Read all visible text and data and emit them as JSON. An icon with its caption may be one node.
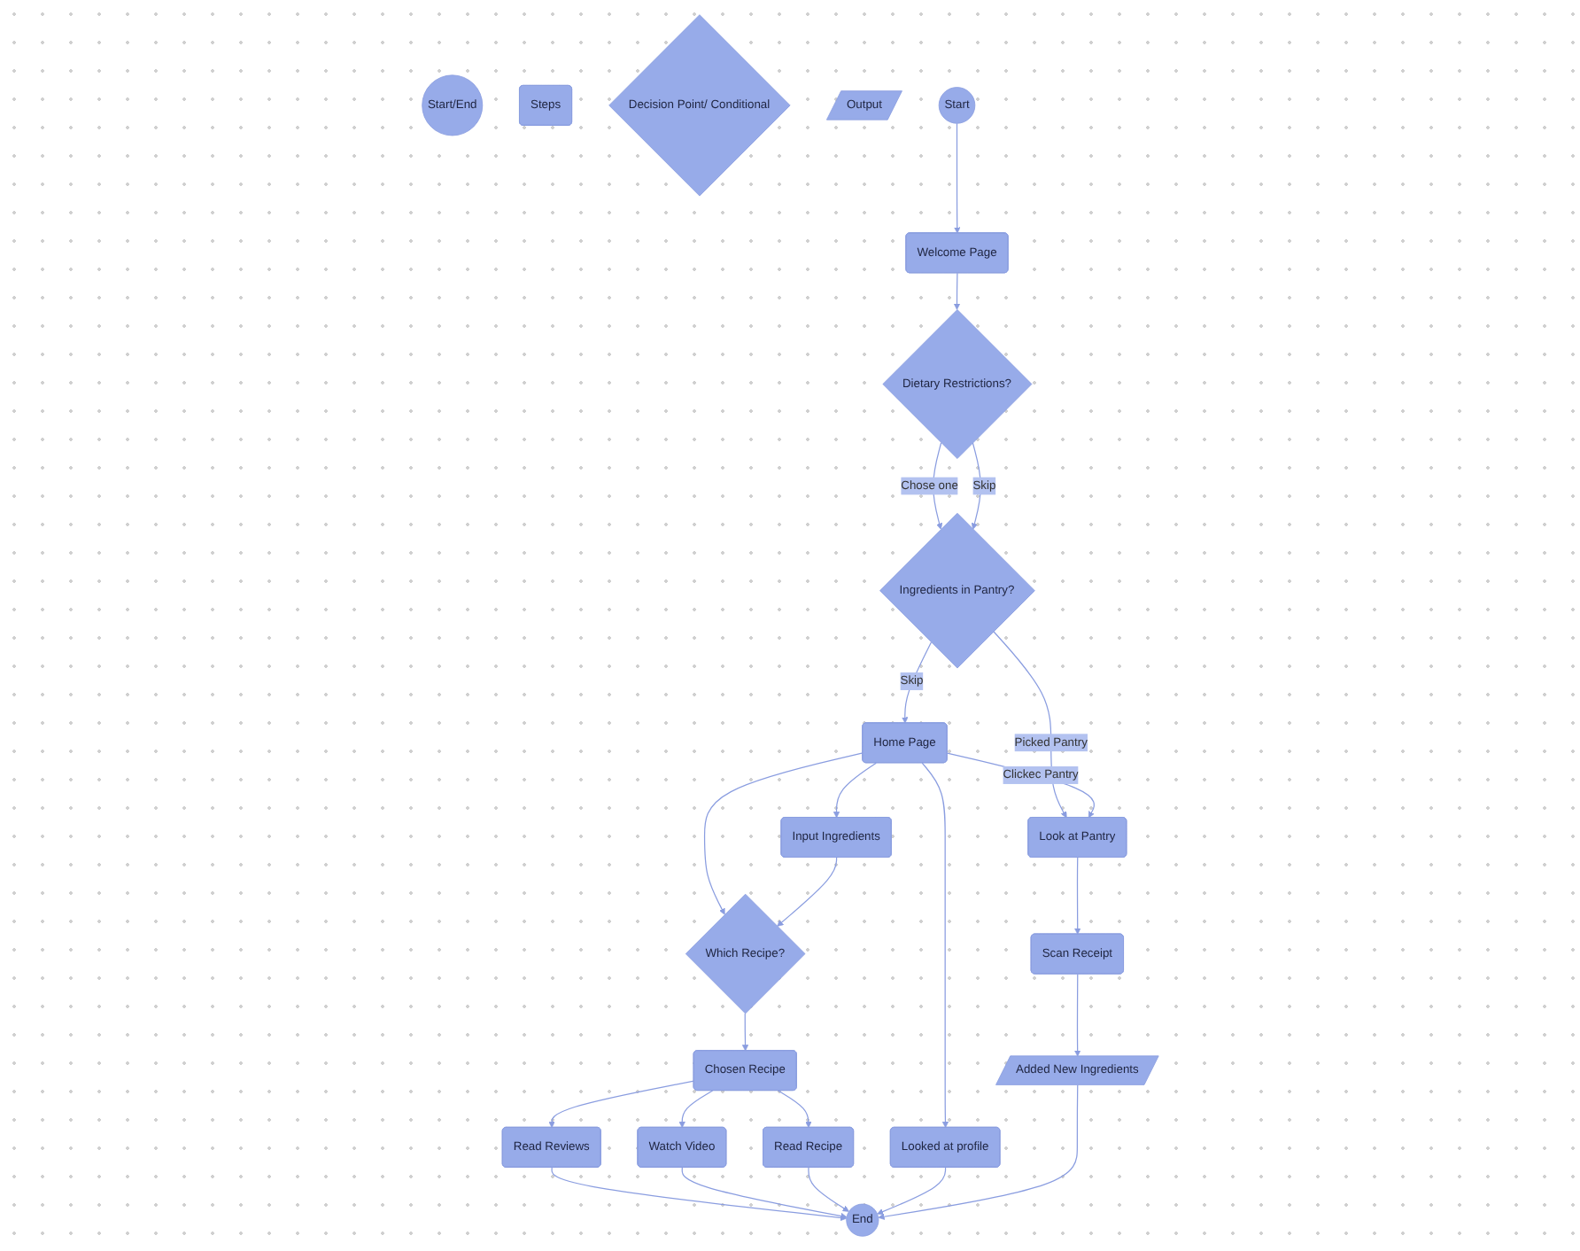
{
  "diagram": {
    "nodes": [
      {
        "text": [
          "Start/End"
        ]
      },
      {
        "text": [
          "Steps"
        ]
      },
      {
        "text": [
          "Decision Point/ Conditional"
        ]
      },
      {
        "text": [
          "Output"
        ]
      },
      {
        "text": [
          "Start"
        ]
      },
      {
        "text": [
          "Welcome Page"
        ]
      },
      {
        "text": [
          "Dietary Restrictions?"
        ]
      },
      {
        "text": [
          "Ingredients in Pantry?"
        ]
      },
      {
        "text": [
          "Which Recipe?"
        ]
      },
      {
        "text": [
          "Home Page"
        ]
      },
      {
        "text": [
          "Chosen Recipe"
        ]
      },
      {
        "text": [
          "Input Ingredients"
        ]
      },
      {
        "text": [
          "Look at Pantry"
        ]
      },
      {
        "text": [
          "Scan Receipt"
        ]
      },
      {
        "text": [
          "Added New Ingredients"
        ]
      },
      {
        "text": [
          "Read Reviews"
        ]
      },
      {
        "text": [
          "Watch Video"
        ]
      },
      {
        "text": [
          "Read Recipe"
        ]
      },
      {
        "text": [
          "Looked at profile"
        ]
      },
      {
        "text": [
          "End"
        ]
      }
    ],
    "edges": [
      {
        "from": 4,
        "to": 5,
        "arrow": "to"
      },
      {
        "from": 5,
        "to": 6,
        "arrow": "to"
      },
      {
        "from": 6,
        "to": 7,
        "label": "Chose one",
        "arrow": "to"
      },
      {
        "from": 6,
        "to": 7,
        "label": "Skip",
        "arrow": "to"
      },
      {
        "from": 7,
        "to": 9,
        "label": "Skip",
        "arrow": "to"
      },
      {
        "from": 7,
        "to": 12,
        "label": "Picked Pantry",
        "arrow": "to"
      },
      {
        "from": 9,
        "to": 8,
        "arrow": "to"
      },
      {
        "from": 9,
        "to": 11,
        "arrow": "to"
      },
      {
        "from": 11,
        "to": 8,
        "arrow": "to"
      },
      {
        "from": 9,
        "to": 12,
        "label": "Clickec Pantry",
        "arrow": "to"
      },
      {
        "from": 9,
        "to": 18,
        "arrow": "to"
      },
      {
        "from": 8,
        "to": 10,
        "arrow": "to"
      },
      {
        "from": 10,
        "to": 15,
        "arrow": "to"
      },
      {
        "from": 10,
        "to": 16,
        "arrow": "to"
      },
      {
        "from": 10,
        "to": 17,
        "arrow": "to"
      },
      {
        "from": 12,
        "to": 13,
        "arrow": "to"
      },
      {
        "from": 13,
        "to": 14,
        "arrow": "to"
      },
      {
        "from": 15,
        "to": 19,
        "arrow": "to"
      },
      {
        "from": 16,
        "to": 19,
        "arrow": "to"
      },
      {
        "from": 17,
        "to": 19,
        "arrow": "to"
      },
      {
        "from": 18,
        "to": 19,
        "arrow": "to"
      },
      {
        "from": 14,
        "to": 19,
        "arrow": "to"
      }
    ]
  }
}
